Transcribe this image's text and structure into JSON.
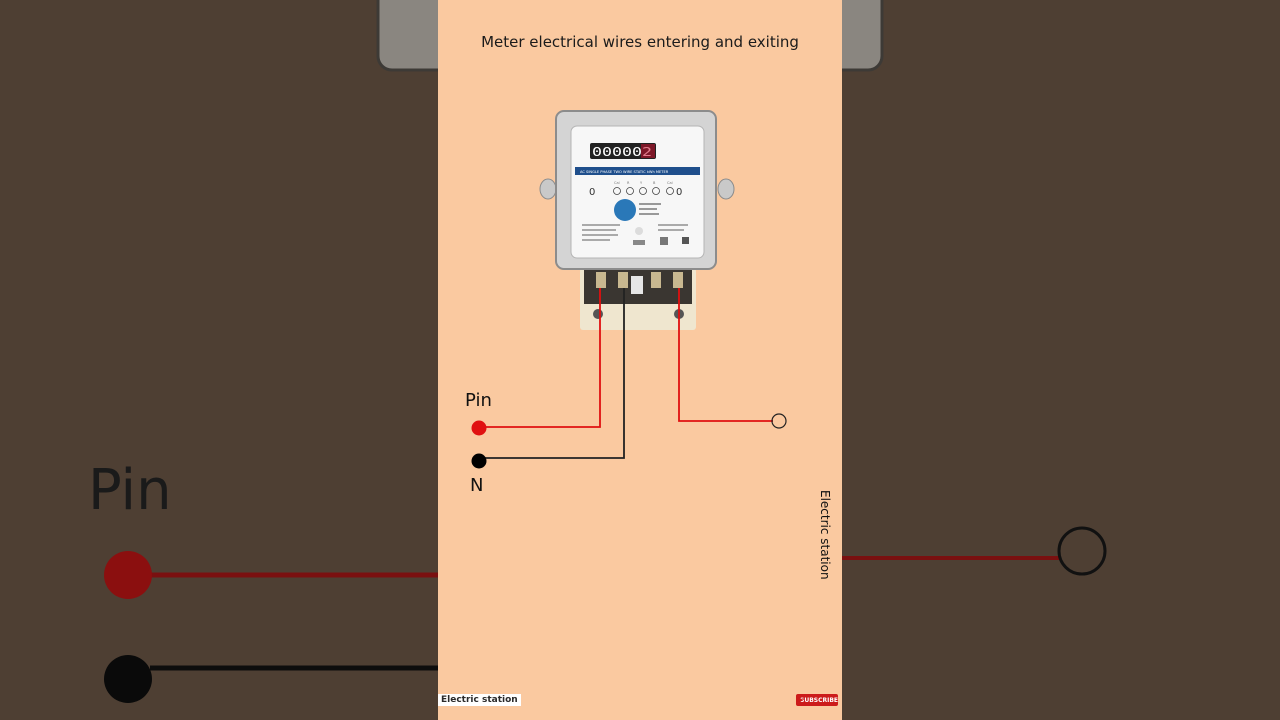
{
  "title": "Meter electrical wires entering and exiting",
  "labels": {
    "pin": "Pin",
    "neutral": "N"
  },
  "channel": {
    "vertical_text": "Electric station",
    "watermark": "Electric station",
    "subscribe": "SUBSCRIBE"
  },
  "meter": {
    "reading": "000002",
    "band_text": "AC SINGLE PHASE TWO WIRE STATIC kWh METER",
    "led_labels": [
      "Cal",
      "R",
      "Y",
      "B",
      "Cal"
    ]
  },
  "colors": {
    "background": "#fac9a0",
    "phase_wire": "#e01010",
    "neutral_wire": "#111111",
    "backdrop": "#4e3f33"
  }
}
